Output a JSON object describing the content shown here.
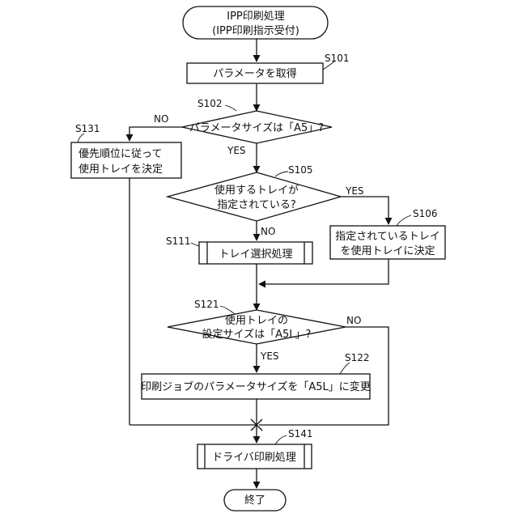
{
  "diagram": {
    "start": {
      "line1": "IPP印刷処理",
      "line2": "(IPP印刷指示受付)"
    },
    "s101": {
      "step": "S101",
      "label": "パラメータを取得"
    },
    "s102": {
      "step": "S102",
      "label": "パラメータサイズは「A5」?",
      "yes": "YES",
      "no": "NO"
    },
    "s131": {
      "step": "S131",
      "line1": "優先順位に従って",
      "line2": "使用トレイを決定"
    },
    "s105": {
      "step": "S105",
      "line1": "使用するトレイが",
      "line2": "指定されている?",
      "yes": "YES",
      "no": "NO"
    },
    "s106": {
      "step": "S106",
      "line1": "指定されているトレイ",
      "line2": "を使用トレイに決定"
    },
    "s111": {
      "step": "S111",
      "label": "トレイ選択処理"
    },
    "s121": {
      "step": "S121",
      "line1": "使用トレイの",
      "line2": "設定サイズは「A5L」?",
      "yes": "YES",
      "no": "NO"
    },
    "s122": {
      "step": "S122",
      "label": "印刷ジョブのパラメータサイズを「A5L」に変更"
    },
    "s141": {
      "step": "S141",
      "label": "ドライバ印刷処理"
    },
    "end": {
      "label": "終了"
    }
  }
}
